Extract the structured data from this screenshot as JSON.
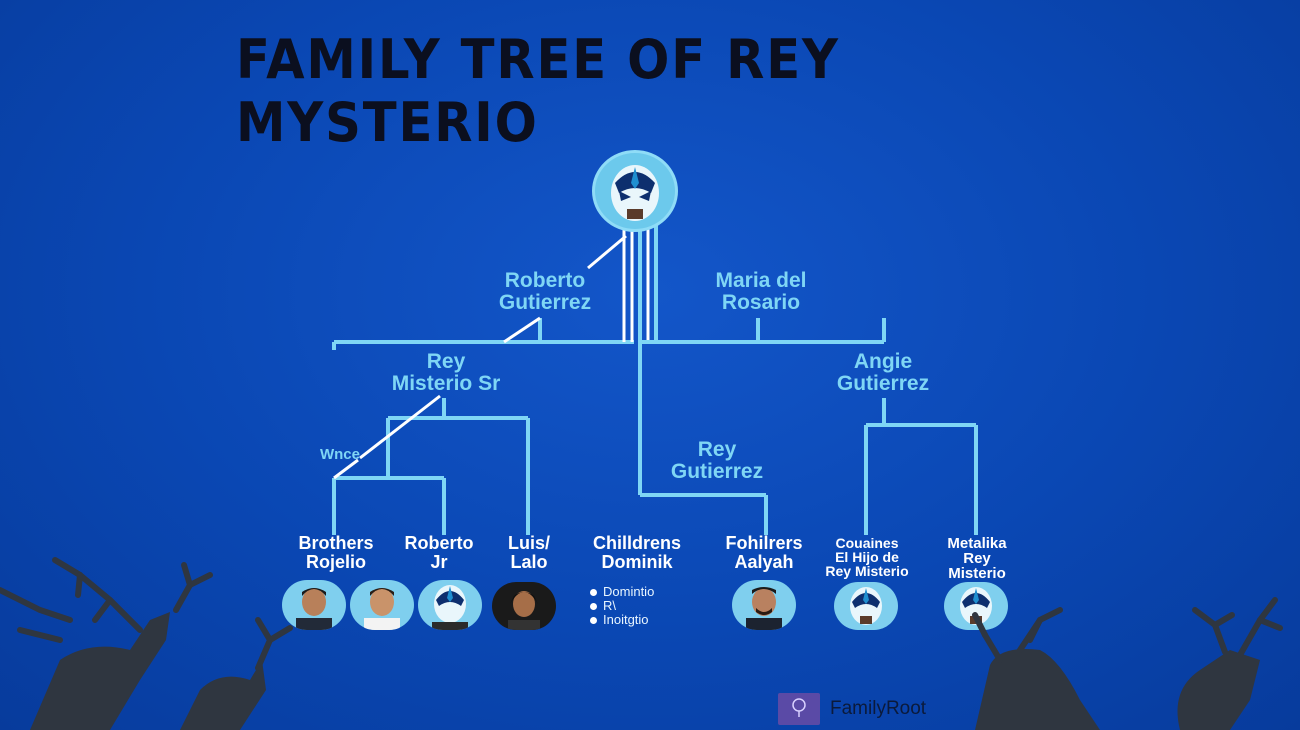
{
  "title": "FAMILY TREE OF REY MYSTERIO",
  "nodes": {
    "roberto_gutierrez": "Roberto\nGutierrez",
    "maria_del_rosario": "Maria del\nRosario",
    "rey_misterio_sr": "Rey\nMisterio Sr",
    "angie_gutierrez": "Angie\nGutierrez",
    "rey_gutierrez": "Rey\nGutierrez",
    "wnce": "Wnce"
  },
  "leaves": [
    {
      "label": "Brothers\nRojelio"
    },
    {
      "label": "Roberto\nJr"
    },
    {
      "label": "Luis/\nLalo"
    },
    {
      "label": "Chilldrens\nDominik"
    },
    {
      "label": "Fohilrers\nAalyah"
    },
    {
      "label": "Couaines\nEl Hijo de\nRey Misterio"
    },
    {
      "label": "Metalika\nRey\nMisterio"
    }
  ],
  "children_notes": [
    "Domintio",
    "R\\",
    "Inoitgtio"
  ],
  "brand": {
    "name": "FamilyRoot",
    "logo_text": "FamilyRoot"
  },
  "colors": {
    "background": "#0a47b3",
    "line": "#7fd6f5",
    "title": "#0b0f1f",
    "deer": "#2f3640"
  }
}
